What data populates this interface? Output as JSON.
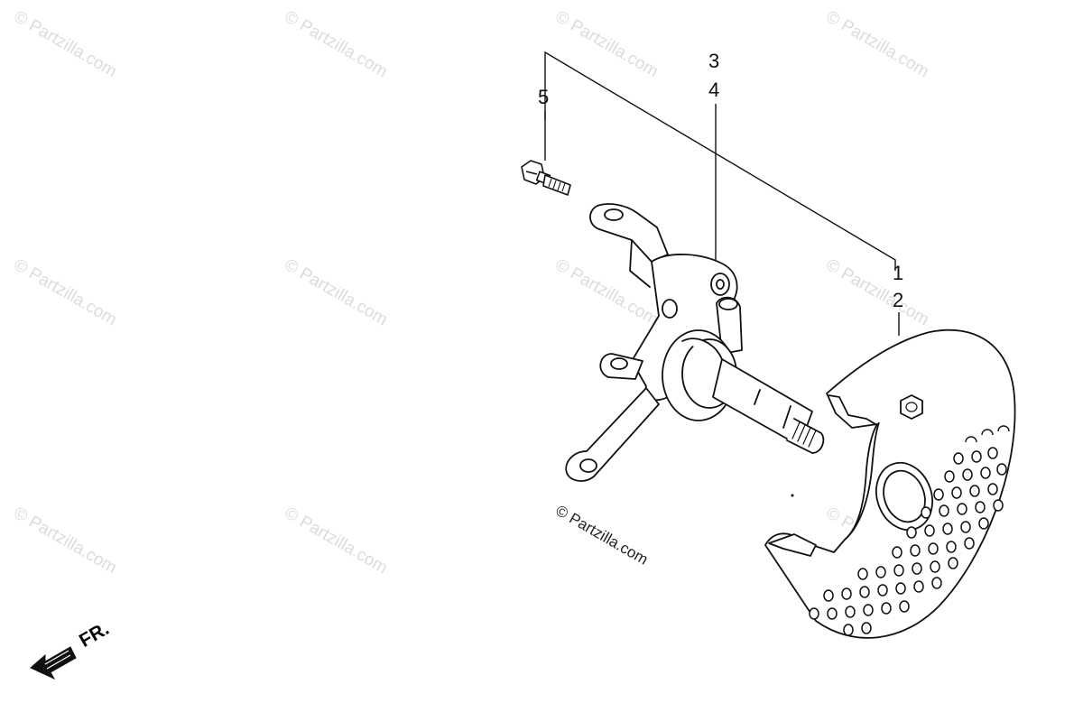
{
  "watermark": {
    "text": "© Partzilla.com",
    "color": "#dcdcdc"
  },
  "callouts": {
    "c1": "1",
    "c2": "2",
    "c3": "3",
    "c4": "4",
    "c5": "5"
  },
  "copyright_notice": "© Partzilla.com",
  "direction_label": "FR.",
  "colors": {
    "line": "#111111",
    "background": "#ffffff"
  },
  "parts": [
    {
      "callout": "1",
      "icon": "brake-disc-cover-icon"
    },
    {
      "callout": "2",
      "icon": "brake-disc-cover-icon"
    },
    {
      "callout": "3",
      "icon": "steering-knuckle-icon"
    },
    {
      "callout": "4",
      "icon": "steering-knuckle-icon"
    },
    {
      "callout": "5",
      "icon": "flange-bolt-icon"
    }
  ]
}
